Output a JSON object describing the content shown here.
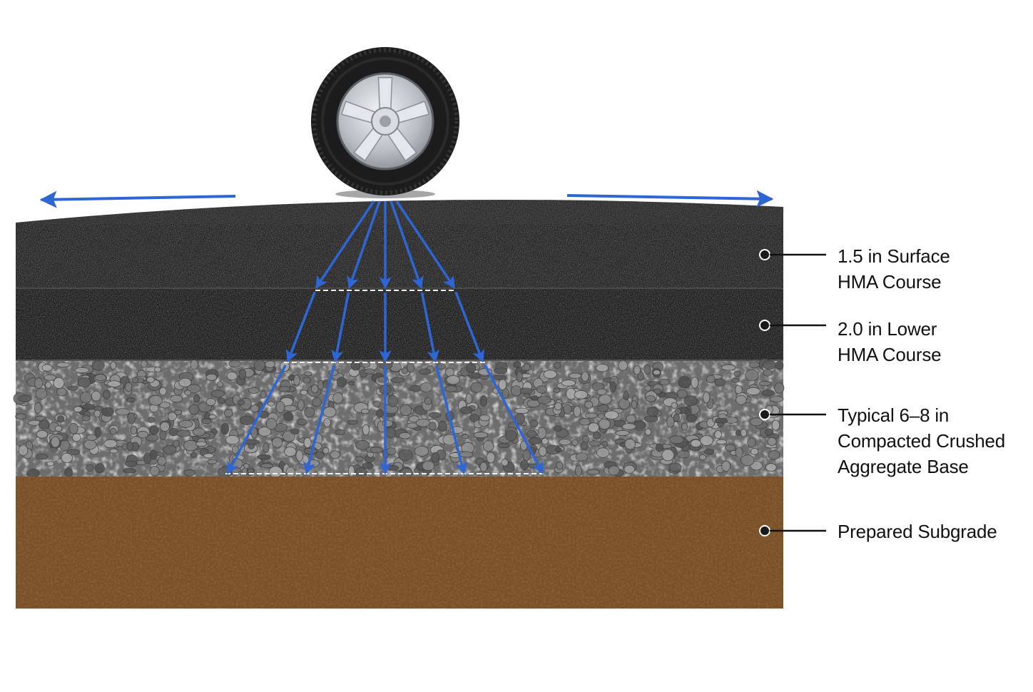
{
  "layers": [
    {
      "id": "surface",
      "lines": [
        "1.5 in Surface",
        "HMA Course"
      ],
      "color": "#262626"
    },
    {
      "id": "lower",
      "lines": [
        "2.0 in Lower",
        "HMA Course"
      ],
      "color": "#1f1f1f"
    },
    {
      "id": "base",
      "lines": [
        "Typical 6–8 in",
        "Compacted Crushed",
        "Aggregate Base"
      ],
      "color": "#7b7b7b"
    },
    {
      "id": "subgrade",
      "lines": [
        "Prepared Subgrade"
      ],
      "color": "#7a4f27"
    }
  ],
  "colors": {
    "arrow": "#2f66d6",
    "leader": "#111111",
    "tire": "#1c1c1c",
    "rim": "#c9cdd2"
  },
  "icons": {
    "wheel": "tire-wheel-icon",
    "spread_left": "arrow-left-icon",
    "spread_right": "arrow-right-icon",
    "load_path": "arrow-down-icon"
  }
}
